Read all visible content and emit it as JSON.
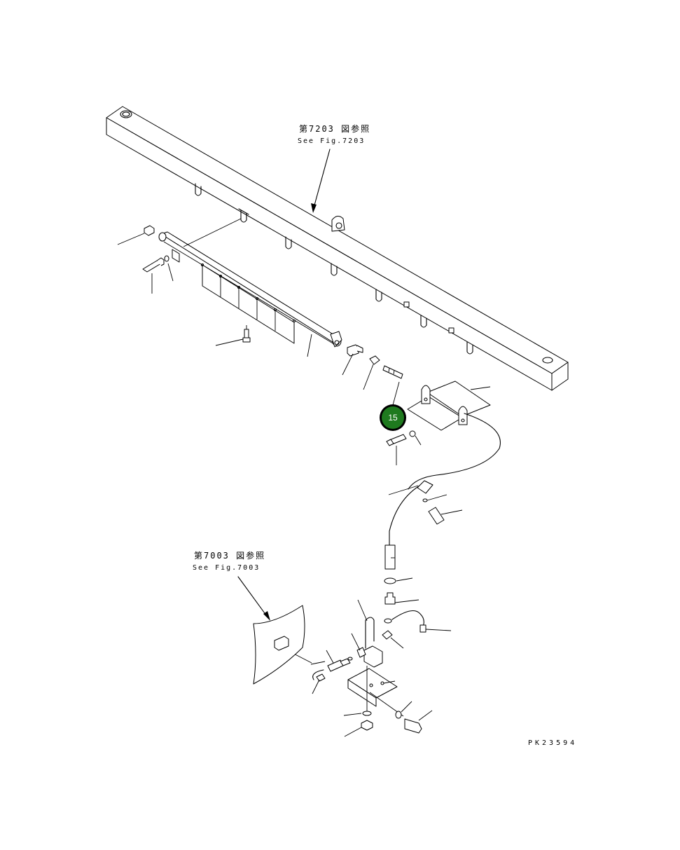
{
  "references": {
    "upper": {
      "jp": "第7203 図参照",
      "en": "See Fig.7203"
    },
    "lower": {
      "jp": "第7003 図参照",
      "en": "See Fig.7003"
    }
  },
  "callout": {
    "number": "15",
    "color": "#1f7a1f"
  },
  "drawing_code": "PK23594"
}
